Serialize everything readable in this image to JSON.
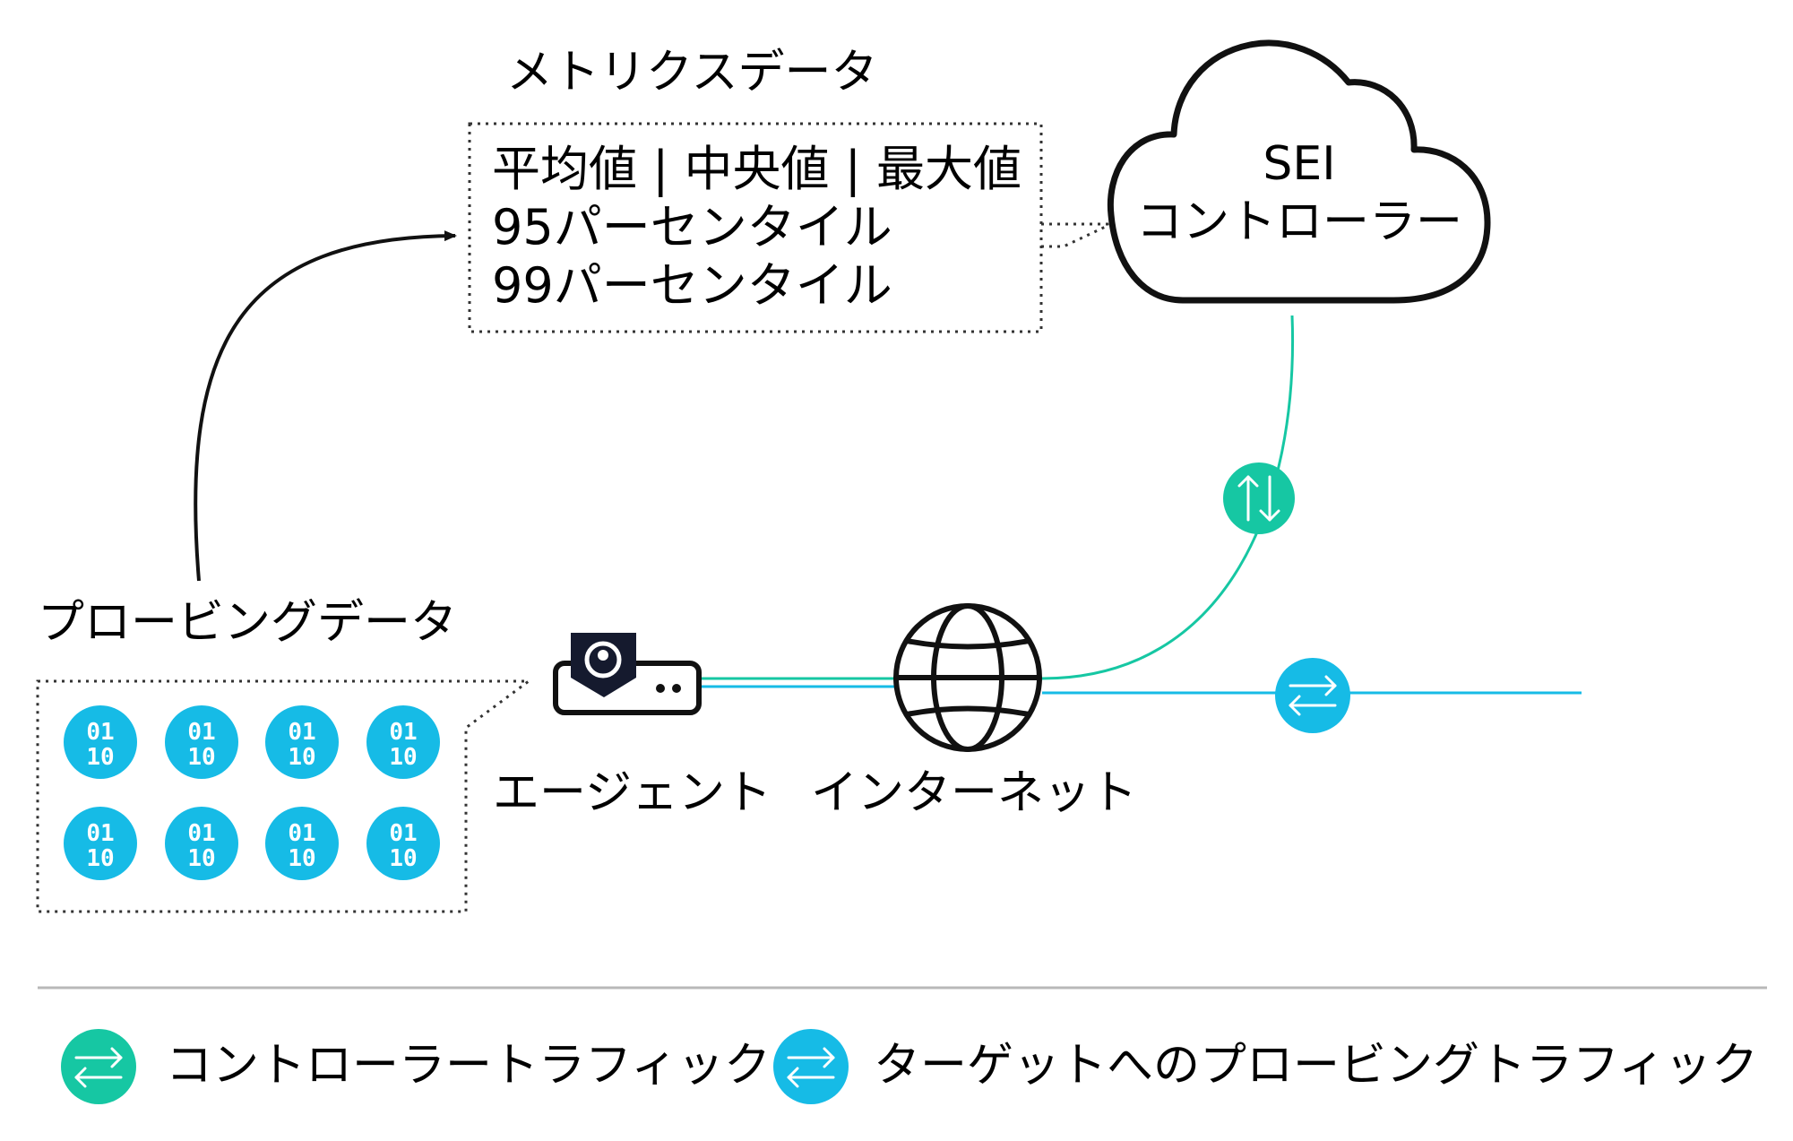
{
  "metrics": {
    "title": "メトリクスデータ",
    "lines": [
      "平均値 | 中央値 | 最大値",
      "95パーセンタイル",
      "99パーセンタイル"
    ]
  },
  "controller": {
    "lines": [
      "SEI",
      "コントローラー"
    ]
  },
  "probing": {
    "title": "プロービングデータ",
    "badges": [
      [
        "01",
        "10"
      ],
      [
        "01",
        "10"
      ],
      [
        "01",
        "10"
      ],
      [
        "01",
        "10"
      ],
      [
        "01",
        "10"
      ],
      [
        "01",
        "10"
      ],
      [
        "01",
        "10"
      ],
      [
        "01",
        "10"
      ]
    ]
  },
  "agent": {
    "label": "エージェント"
  },
  "internet": {
    "label": "インターネット"
  },
  "legend": {
    "controller_traffic": "コントローラートラフィック",
    "probing_traffic": "ターゲットへのプロービングトラフィック"
  },
  "colors": {
    "controller_traffic": "#16c7a3",
    "probing_traffic": "#16bbe6",
    "divider": "#b8b8b8",
    "ink": "#111111"
  },
  "icons": {
    "cloud": "cloud-icon",
    "globe": "globe-icon",
    "agent": "agent-device-icon",
    "swap": "swap-arrows-icon",
    "binary": "binary-data-icon"
  }
}
